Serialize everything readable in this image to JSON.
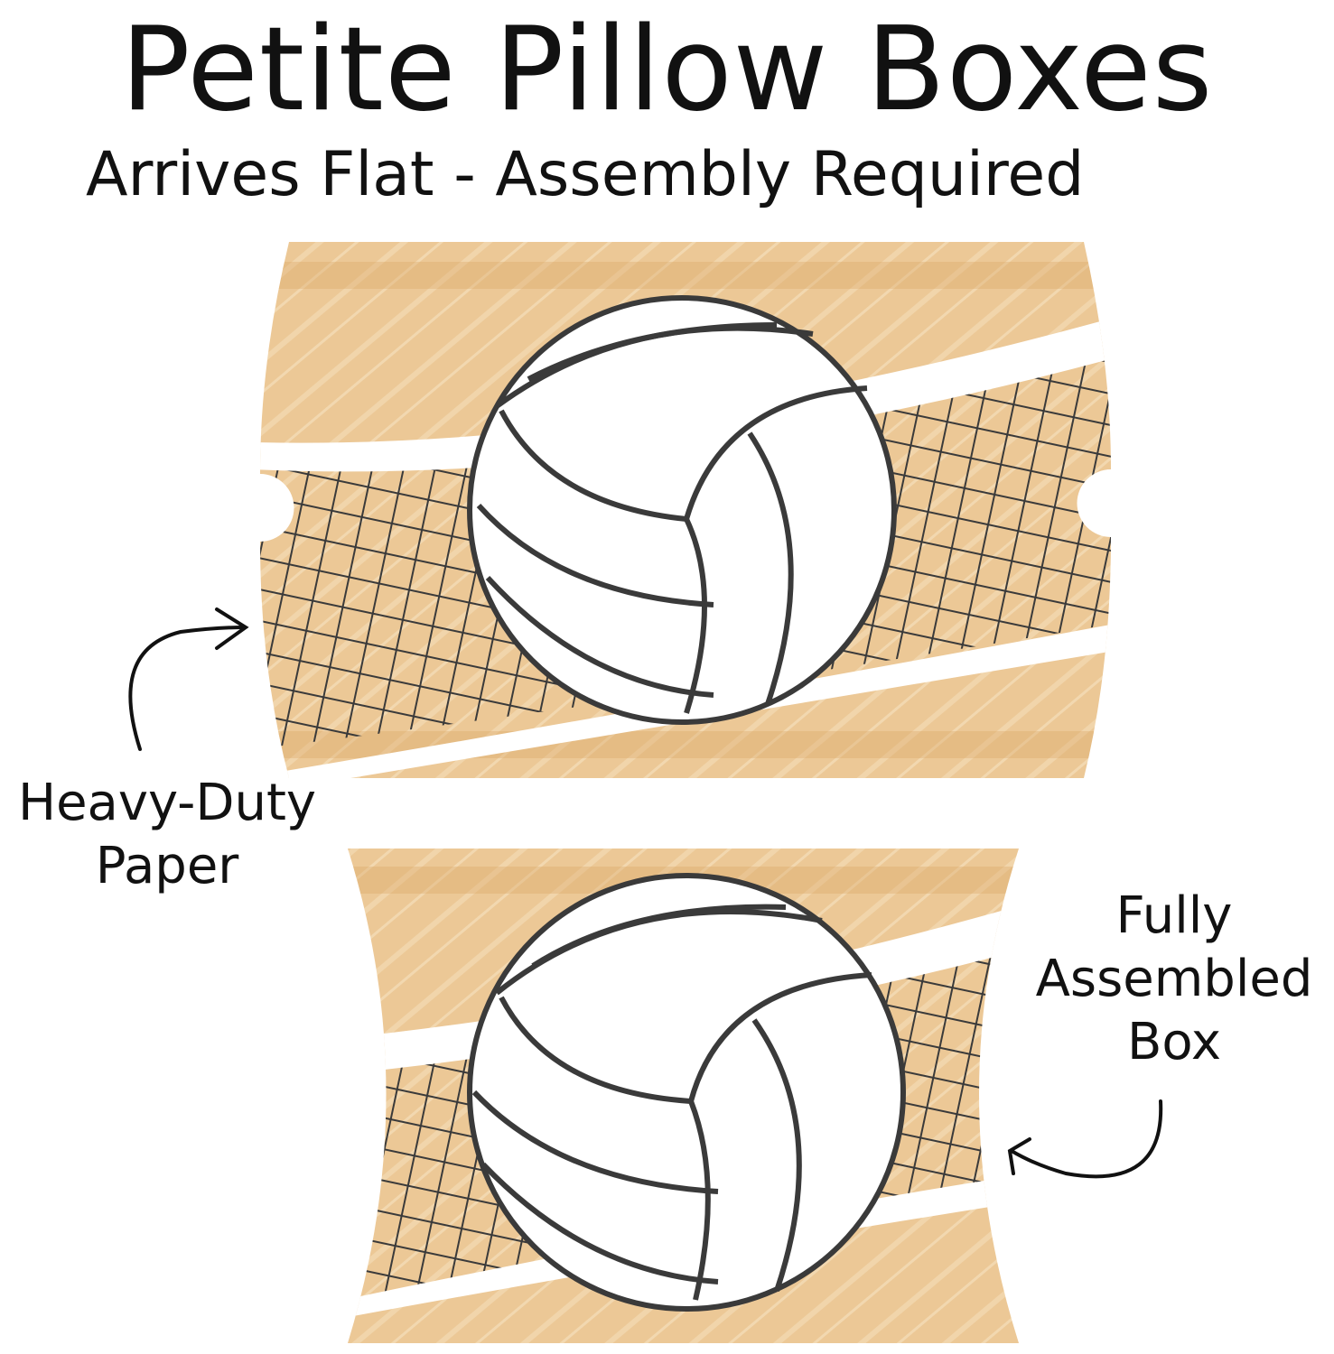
{
  "heading": {
    "title": "Petite Pillow Boxes",
    "subtitle": "Arrives Flat - Assembly Required"
  },
  "callouts": {
    "flat_label": "Heavy-Duty Paper",
    "assembled_label": "Fully Assembled Box"
  },
  "colors": {
    "wood": "#e9c48f",
    "wood_dark": "#d9a565",
    "line": "#3a3a3a",
    "text": "#111111"
  }
}
